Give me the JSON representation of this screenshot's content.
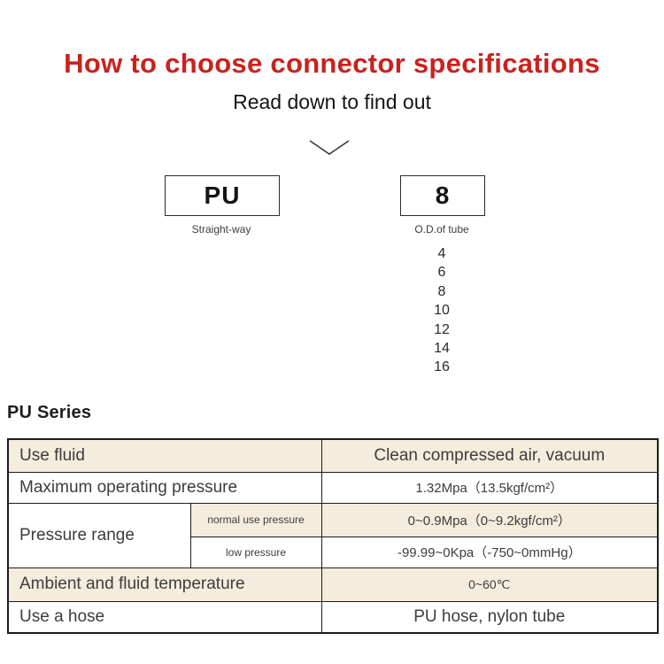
{
  "header": {
    "title": "How to choose connector specifications",
    "subtitle": "Read down to find out"
  },
  "colors": {
    "title_red": "#c9221f",
    "table_accent_beige": "#f4ecdc",
    "table_border": "#1c1c1c"
  },
  "icons": {
    "chevron_down": "chevron-down-icon"
  },
  "selector": {
    "series_code": "PU",
    "series_label": "Straight-way",
    "od_code": "8",
    "od_label": "O.D.of tube",
    "od_options": [
      "4",
      "6",
      "8",
      "10",
      "12",
      "14",
      "16"
    ]
  },
  "spec_table": {
    "heading": "PU Series",
    "rows": {
      "use_fluid": {
        "label": "Use fluid",
        "value": "Clean compressed air, vacuum"
      },
      "max_pressure": {
        "label": "Maximum operating pressure",
        "value": "1.32Mpa（13.5kgf/cm²）"
      },
      "pressure_range": {
        "label": "Pressure range",
        "normal": {
          "label": "normal use pressure",
          "value": "0~0.9Mpa（0~9.2kgf/cm²）"
        },
        "low": {
          "label": "low pressure",
          "value": "-99.99~0Kpa（-750~0mmHg）"
        }
      },
      "ambient_temp": {
        "label": "Ambient and fluid temperature",
        "value": "0~60℃"
      },
      "hose": {
        "label": "Use a hose",
        "value": "PU hose, nylon tube"
      }
    }
  }
}
